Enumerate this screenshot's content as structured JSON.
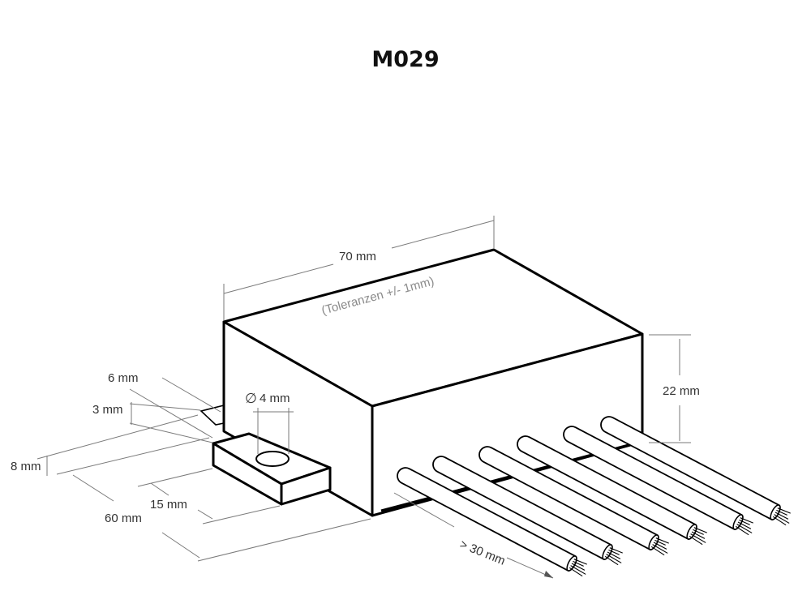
{
  "title": "M029",
  "dimensions": {
    "length": "70 mm",
    "tolerance": "(Toleranzen +/- 1mm)",
    "height": "22 mm",
    "hole": "4 mm",
    "hole_symbol": "∅",
    "tab_offset": "6 mm",
    "tab_thickness": "3 mm",
    "tab_width": "8 mm",
    "tab_length": "15 mm",
    "depth": "60 mm",
    "wire_length": "> 30 mm"
  }
}
